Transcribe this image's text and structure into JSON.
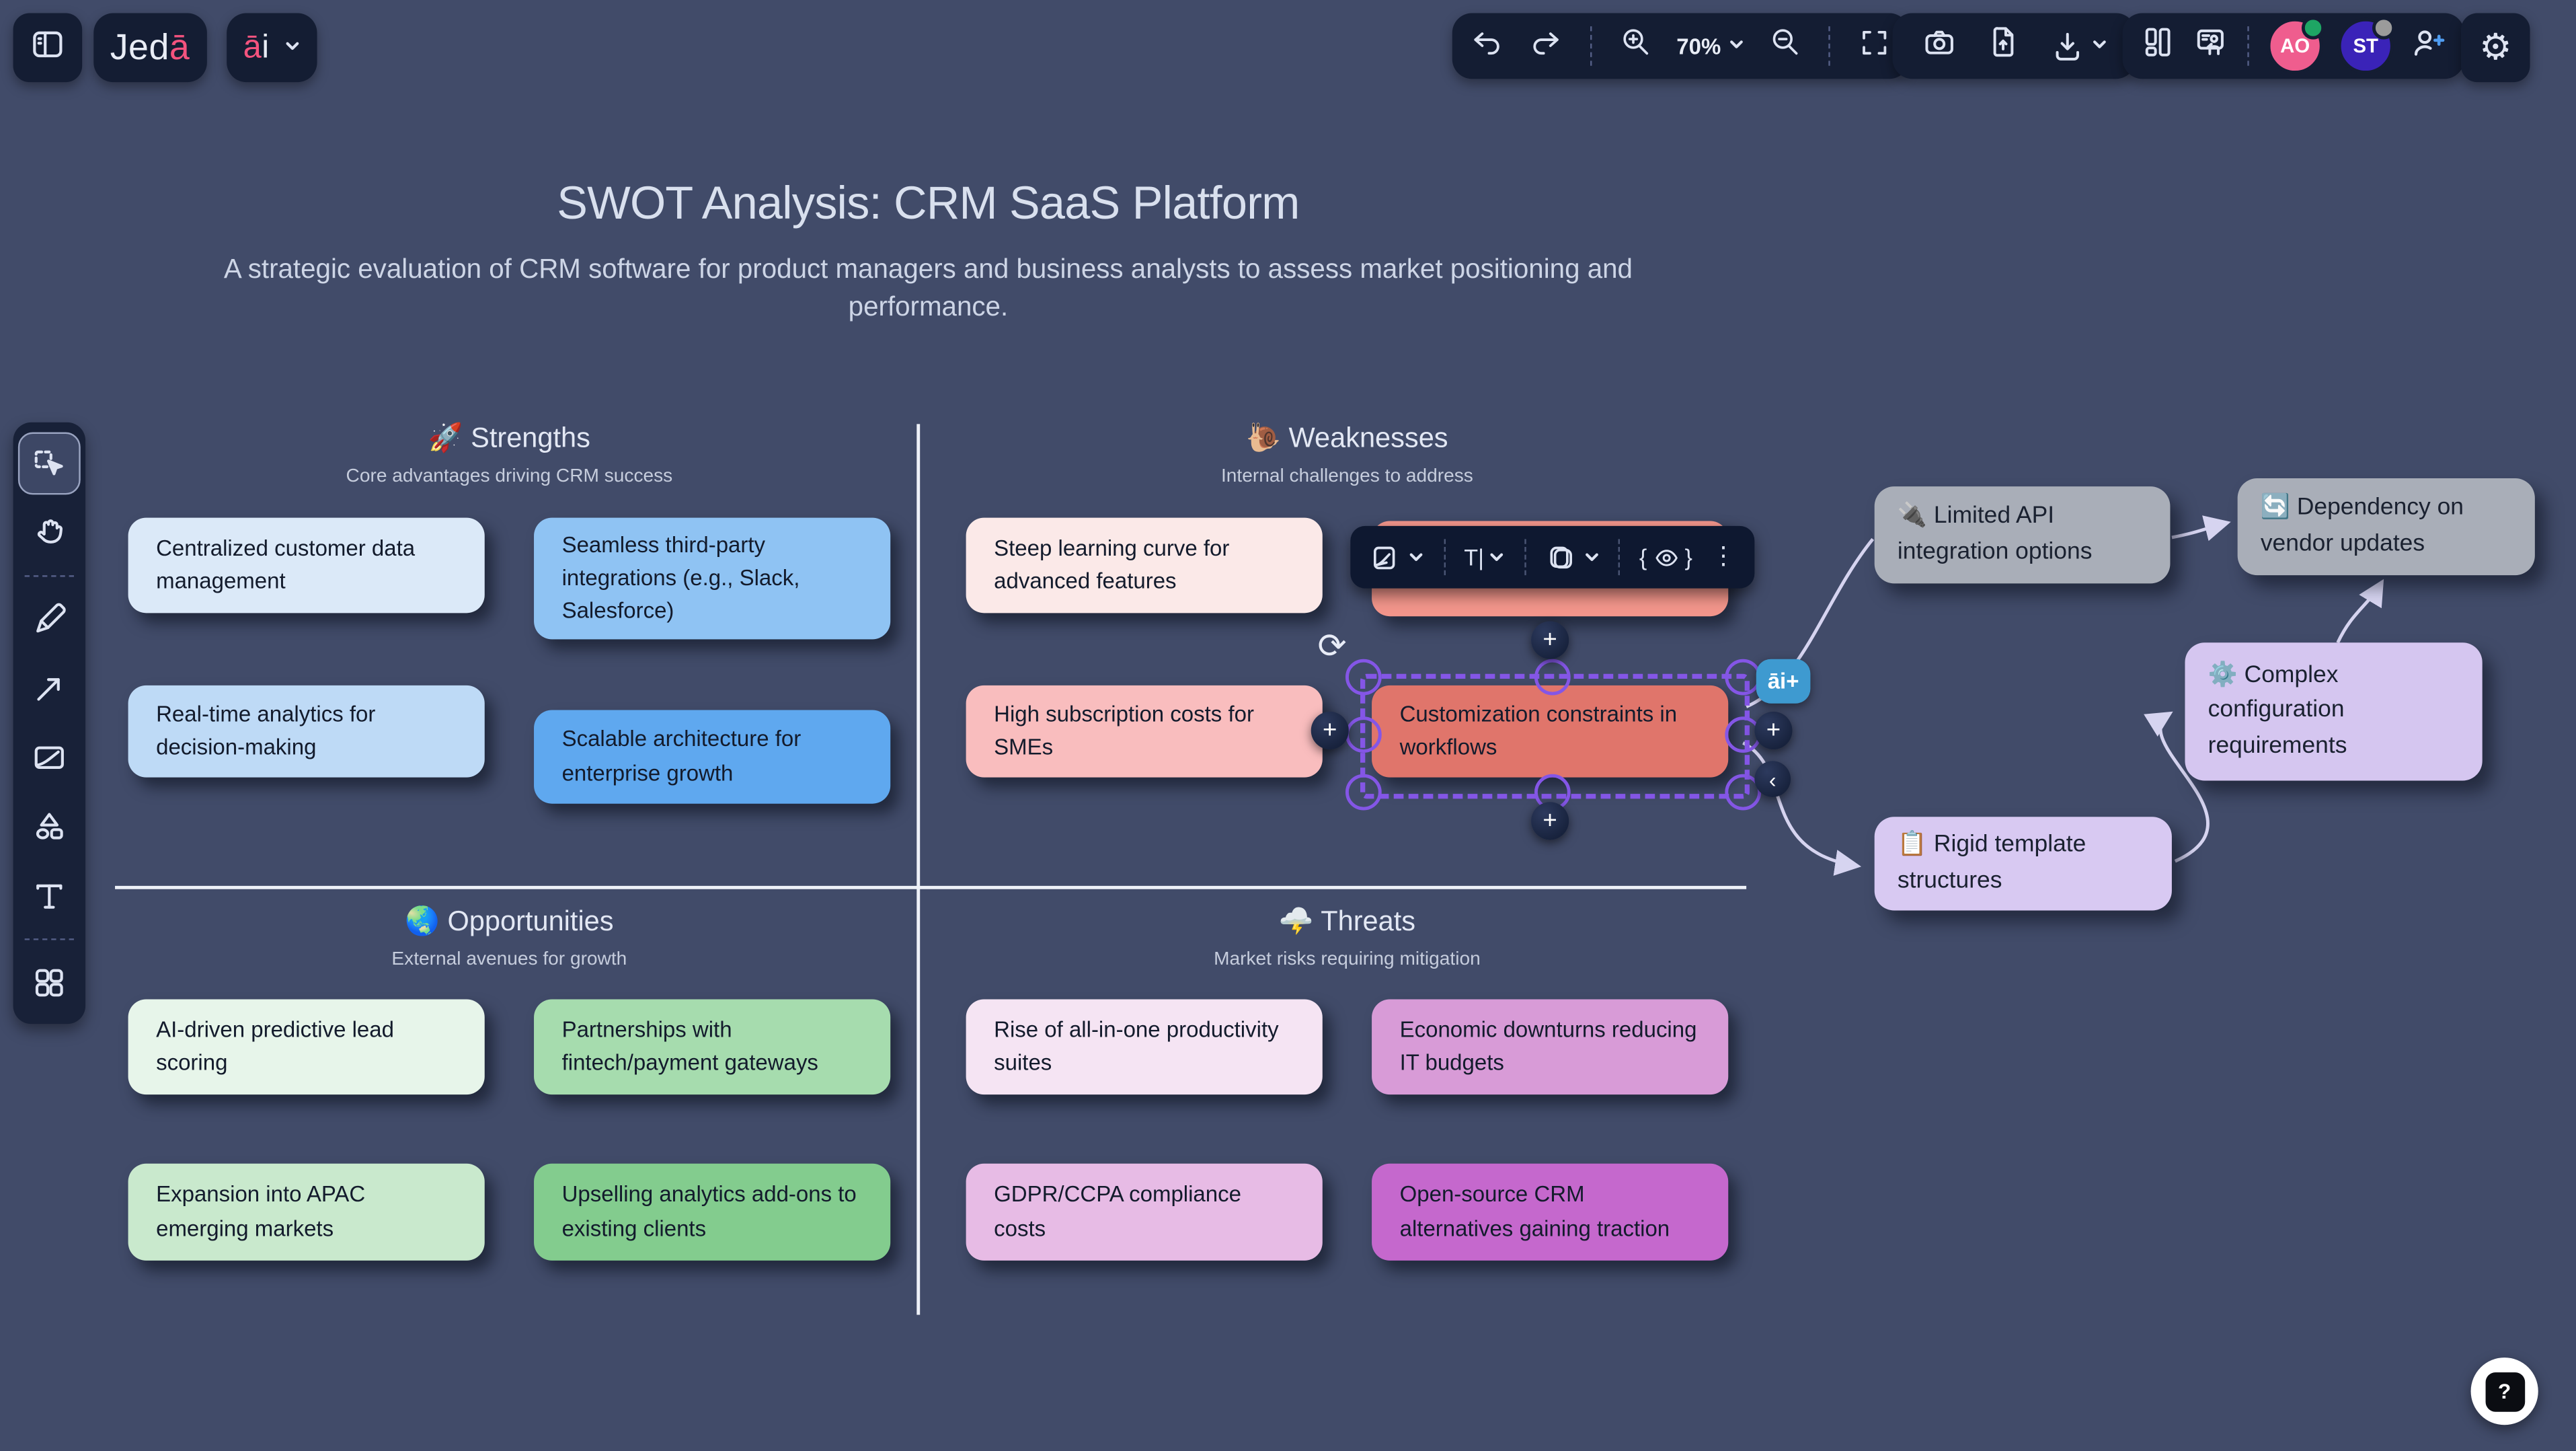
{
  "topbar": {
    "logo": {
      "prefix": "Jed",
      "accent": "ā"
    },
    "ai_menu": {
      "accent": "ā",
      "rest": "i"
    },
    "zoom_level": "70%",
    "collaborators": [
      {
        "initials": "AO",
        "bg": "#ef5d8e",
        "status": "#1ea564"
      },
      {
        "initials": "ST",
        "bg": "#3a23b8",
        "status": "#9b9b9b"
      }
    ]
  },
  "board": {
    "title": "SWOT Analysis: CRM SaaS Platform",
    "subtitle": "A strategic evaluation of CRM software for product managers and business analysts to assess market positioning and performance."
  },
  "quadrants": [
    {
      "emoji": "🚀",
      "title": "Strengths",
      "subtitle": "Core advantages driving CRM success",
      "cards": [
        {
          "text": "Centralized customer data management",
          "bg": "#dbe9f8"
        },
        {
          "text": "Seamless third-party integrations (e.g., Slack, Salesforce)",
          "bg": "#8fc3f3"
        },
        {
          "text": "Real-time analytics for decision-making",
          "bg": "#bedaf6"
        },
        {
          "text": "Scalable architecture for enterprise growth",
          "bg": "#5fa8ef"
        }
      ]
    },
    {
      "emoji": "🐌",
      "title": "Weaknesses",
      "subtitle": "Internal challenges to address",
      "cards": [
        {
          "text": "Steep learning curve for advanced features",
          "bg": "#fbe9e8"
        },
        {
          "text": "",
          "bg": "#f2958b"
        },
        {
          "text": "High subscription costs for SMEs",
          "bg": "#f9bdbe"
        },
        {
          "text": "Customization constraints in workflows",
          "bg": "#e0756b"
        }
      ]
    },
    {
      "emoji": "🌏",
      "title": "Opportunities",
      "subtitle": "External avenues for growth",
      "cards": [
        {
          "text": "AI-driven predictive lead scoring",
          "bg": "#e7f5ea"
        },
        {
          "text": "Partnerships with fintech/payment gateways",
          "bg": "#a6dcae"
        },
        {
          "text": "Expansion into APAC emerging markets",
          "bg": "#c9e9cd"
        },
        {
          "text": "Upselling analytics add-ons to existing clients",
          "bg": "#83cc8e"
        }
      ]
    },
    {
      "emoji": "🌩️",
      "title": "Threats",
      "subtitle": "Market risks requiring mitigation",
      "cards": [
        {
          "text": "Rise of all-in-one productivity suites",
          "bg": "#f5e4f3"
        },
        {
          "text": "Economic downturns reducing IT budgets",
          "bg": "#d89bd7"
        },
        {
          "text": "GDPR/CCPA compliance costs",
          "bg": "#e7bbe5"
        },
        {
          "text": "Open-source CRM alternatives gaining traction",
          "bg": "#c568cd"
        }
      ]
    }
  ],
  "mindmap": [
    {
      "emoji": "🔌",
      "text": "Limited API integration options",
      "bg": "#a9aeb8"
    },
    {
      "emoji": "🔄",
      "text": "Dependency on vendor updates",
      "bg": "#a9aeb8"
    },
    {
      "emoji": "⚙️",
      "text": "Complex configuration requirements",
      "bg": "#d5c6f0"
    },
    {
      "emoji": "📋",
      "text": "Rigid template structures",
      "bg": "#d8c9f2"
    }
  ],
  "glyphs": {
    "plus": "+",
    "collapse": "‹",
    "kebab": "⋮",
    "help": "?",
    "refresh": "⟳",
    "gear": "⚙",
    "text_tool": "T|",
    "brace_open": "{",
    "brace_close": "}",
    "ai_badge": "āi+"
  }
}
